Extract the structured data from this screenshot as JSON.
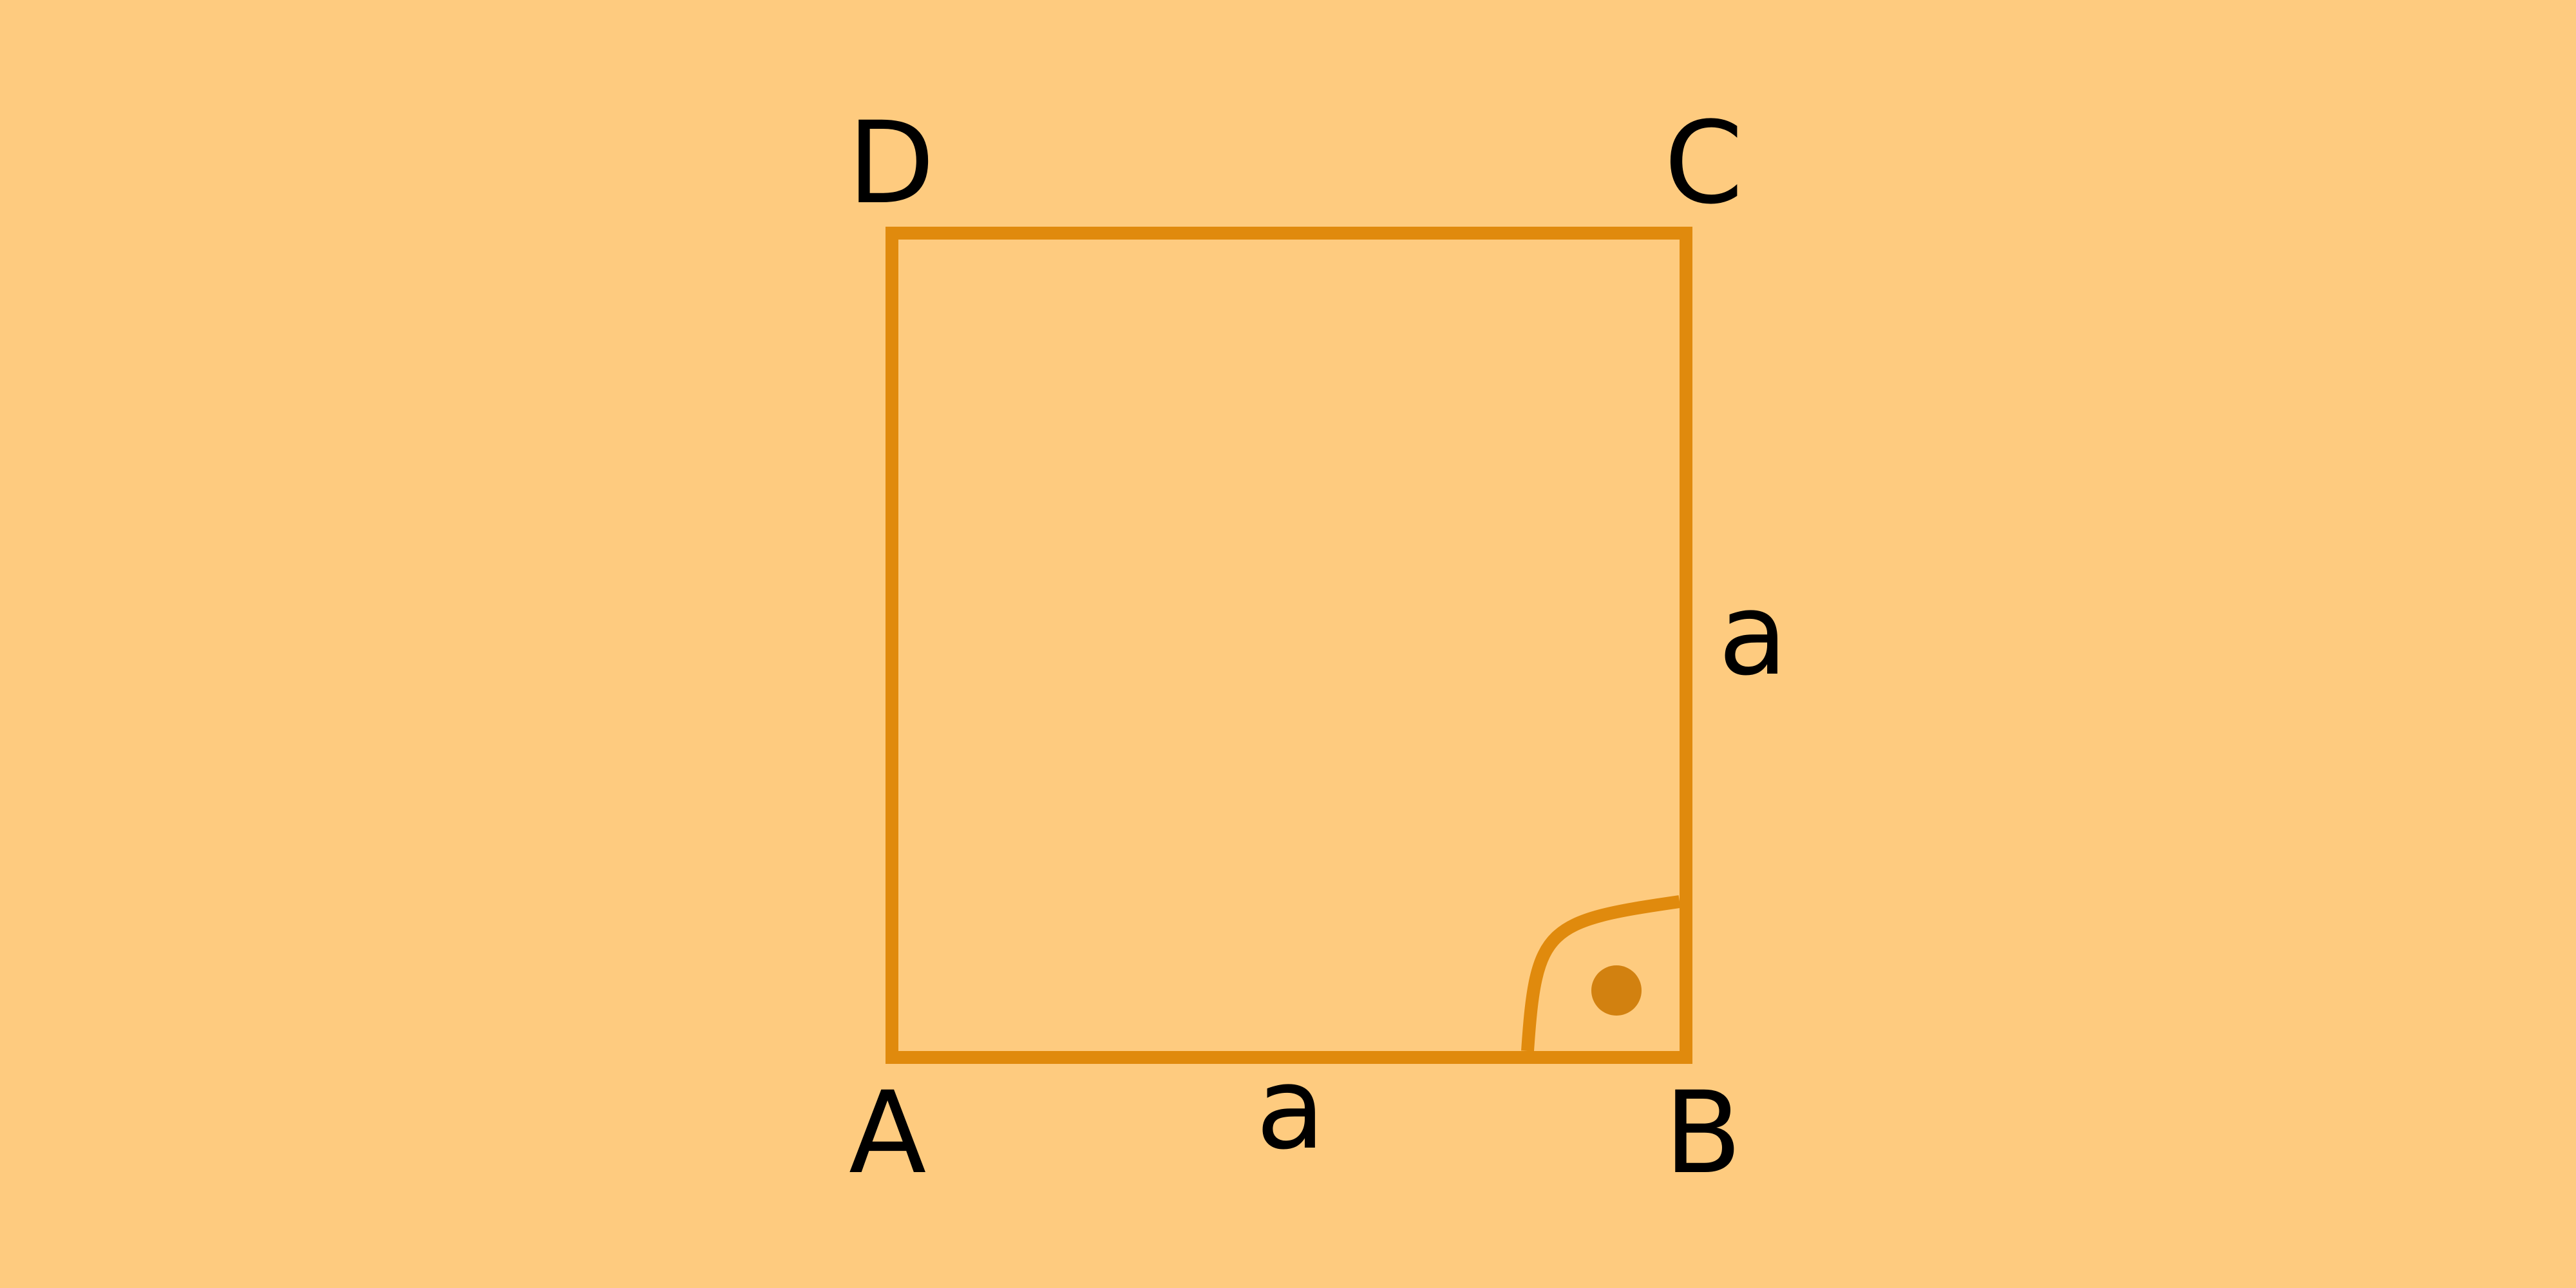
{
  "colors": {
    "background": "#fecb7f",
    "stroke": "#e08a0d",
    "dot": "#d28110",
    "text": "#000000"
  },
  "figure": {
    "shape": "square",
    "vertices": {
      "A": "A",
      "B": "B",
      "C": "C",
      "D": "D"
    },
    "side_labels": {
      "bottom": "a",
      "right": "a"
    },
    "right_angle_marker": "right-angle-with-dot"
  }
}
